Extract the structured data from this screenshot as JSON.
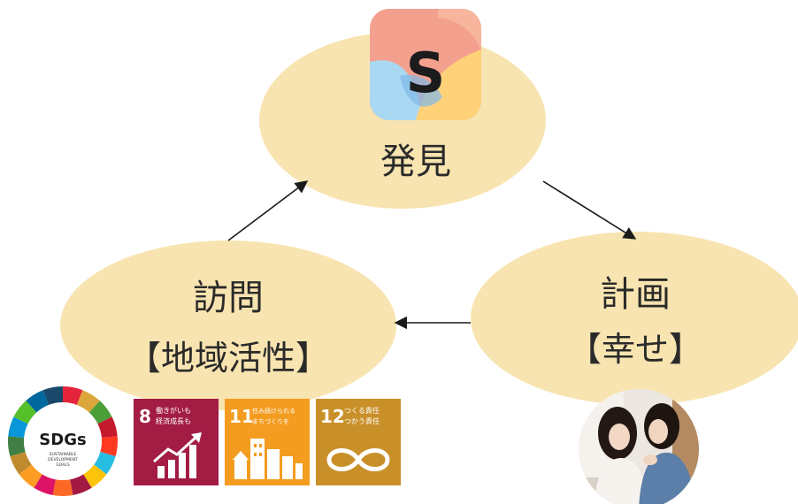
{
  "colors": {
    "ellipse_fill": "#f8e4b0",
    "arrow": "#1a1a1a",
    "goal8": "#a21c44",
    "goal11": "#f39c1f",
    "goal12": "#c9902a",
    "app_icon_pink": "#f4a08f",
    "app_icon_blue": "#a9d8f2",
    "app_icon_yellow": "#ffd27a"
  },
  "nodes": {
    "discover": {
      "label": "発見"
    },
    "visit": {
      "label": "訪問",
      "sublabel": "【地域活性】"
    },
    "plan": {
      "label": "計画",
      "sublabel": "【幸せ】"
    }
  },
  "app_icon": {
    "letter": "S",
    "icon": "s-app-icon"
  },
  "sdgs": {
    "logo": {
      "text": "SDGs",
      "subtext": [
        "SUSTAINABLE",
        "DEVELOPMENT",
        "GOALS"
      ]
    },
    "goals": [
      {
        "number": "8",
        "title_lines": [
          "働きがいも",
          "経済成長も"
        ],
        "icon": "growth-chart-icon",
        "color": "#a21c44"
      },
      {
        "number": "11",
        "title_lines": [
          "住み続けられる",
          "まちづくりを"
        ],
        "icon": "city-buildings-icon",
        "color": "#f39c1f"
      },
      {
        "number": "12",
        "title_lines": [
          "つくる責任",
          "つかう責任"
        ],
        "icon": "infinity-loop-icon",
        "color": "#c9902a"
      }
    ]
  },
  "photo": {
    "icon": "friends-photo"
  }
}
